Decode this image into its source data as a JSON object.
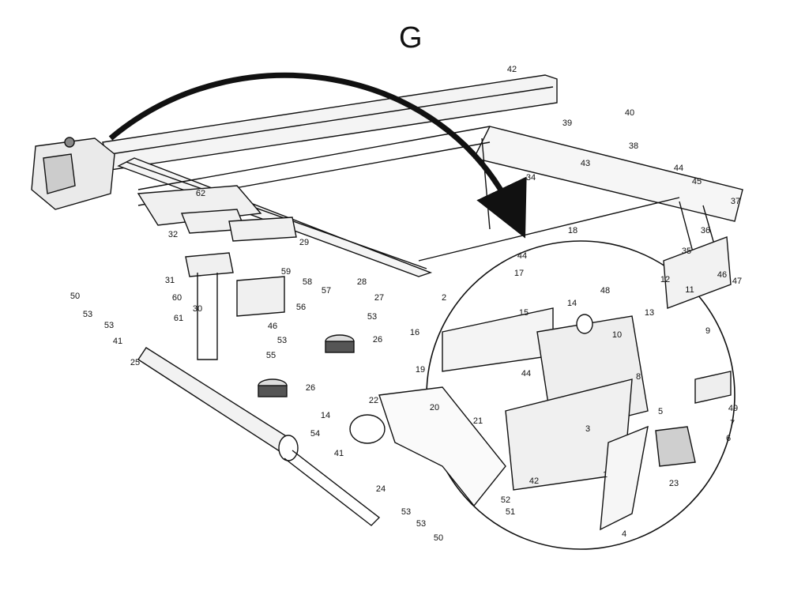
{
  "diagram": {
    "title": "G",
    "callouts": [
      "42",
      "39",
      "40",
      "38",
      "44",
      "45",
      "43",
      "34",
      "37",
      "36",
      "62",
      "35",
      "46",
      "47",
      "32",
      "29",
      "59",
      "58",
      "57",
      "28",
      "27",
      "31",
      "60",
      "30",
      "56",
      "50",
      "53",
      "53",
      "46",
      "61",
      "41",
      "55",
      "53",
      "53",
      "25",
      "26",
      "26",
      "14",
      "54",
      "41",
      "24",
      "53",
      "53",
      "50",
      "18",
      "44",
      "17",
      "2",
      "15",
      "48",
      "14",
      "12",
      "11",
      "13",
      "10",
      "9",
      "16",
      "19",
      "44",
      "8",
      "22",
      "20",
      "21",
      "3",
      "49",
      "7",
      "6",
      "5",
      "23",
      "1",
      "42",
      "52",
      "51",
      "4"
    ]
  }
}
